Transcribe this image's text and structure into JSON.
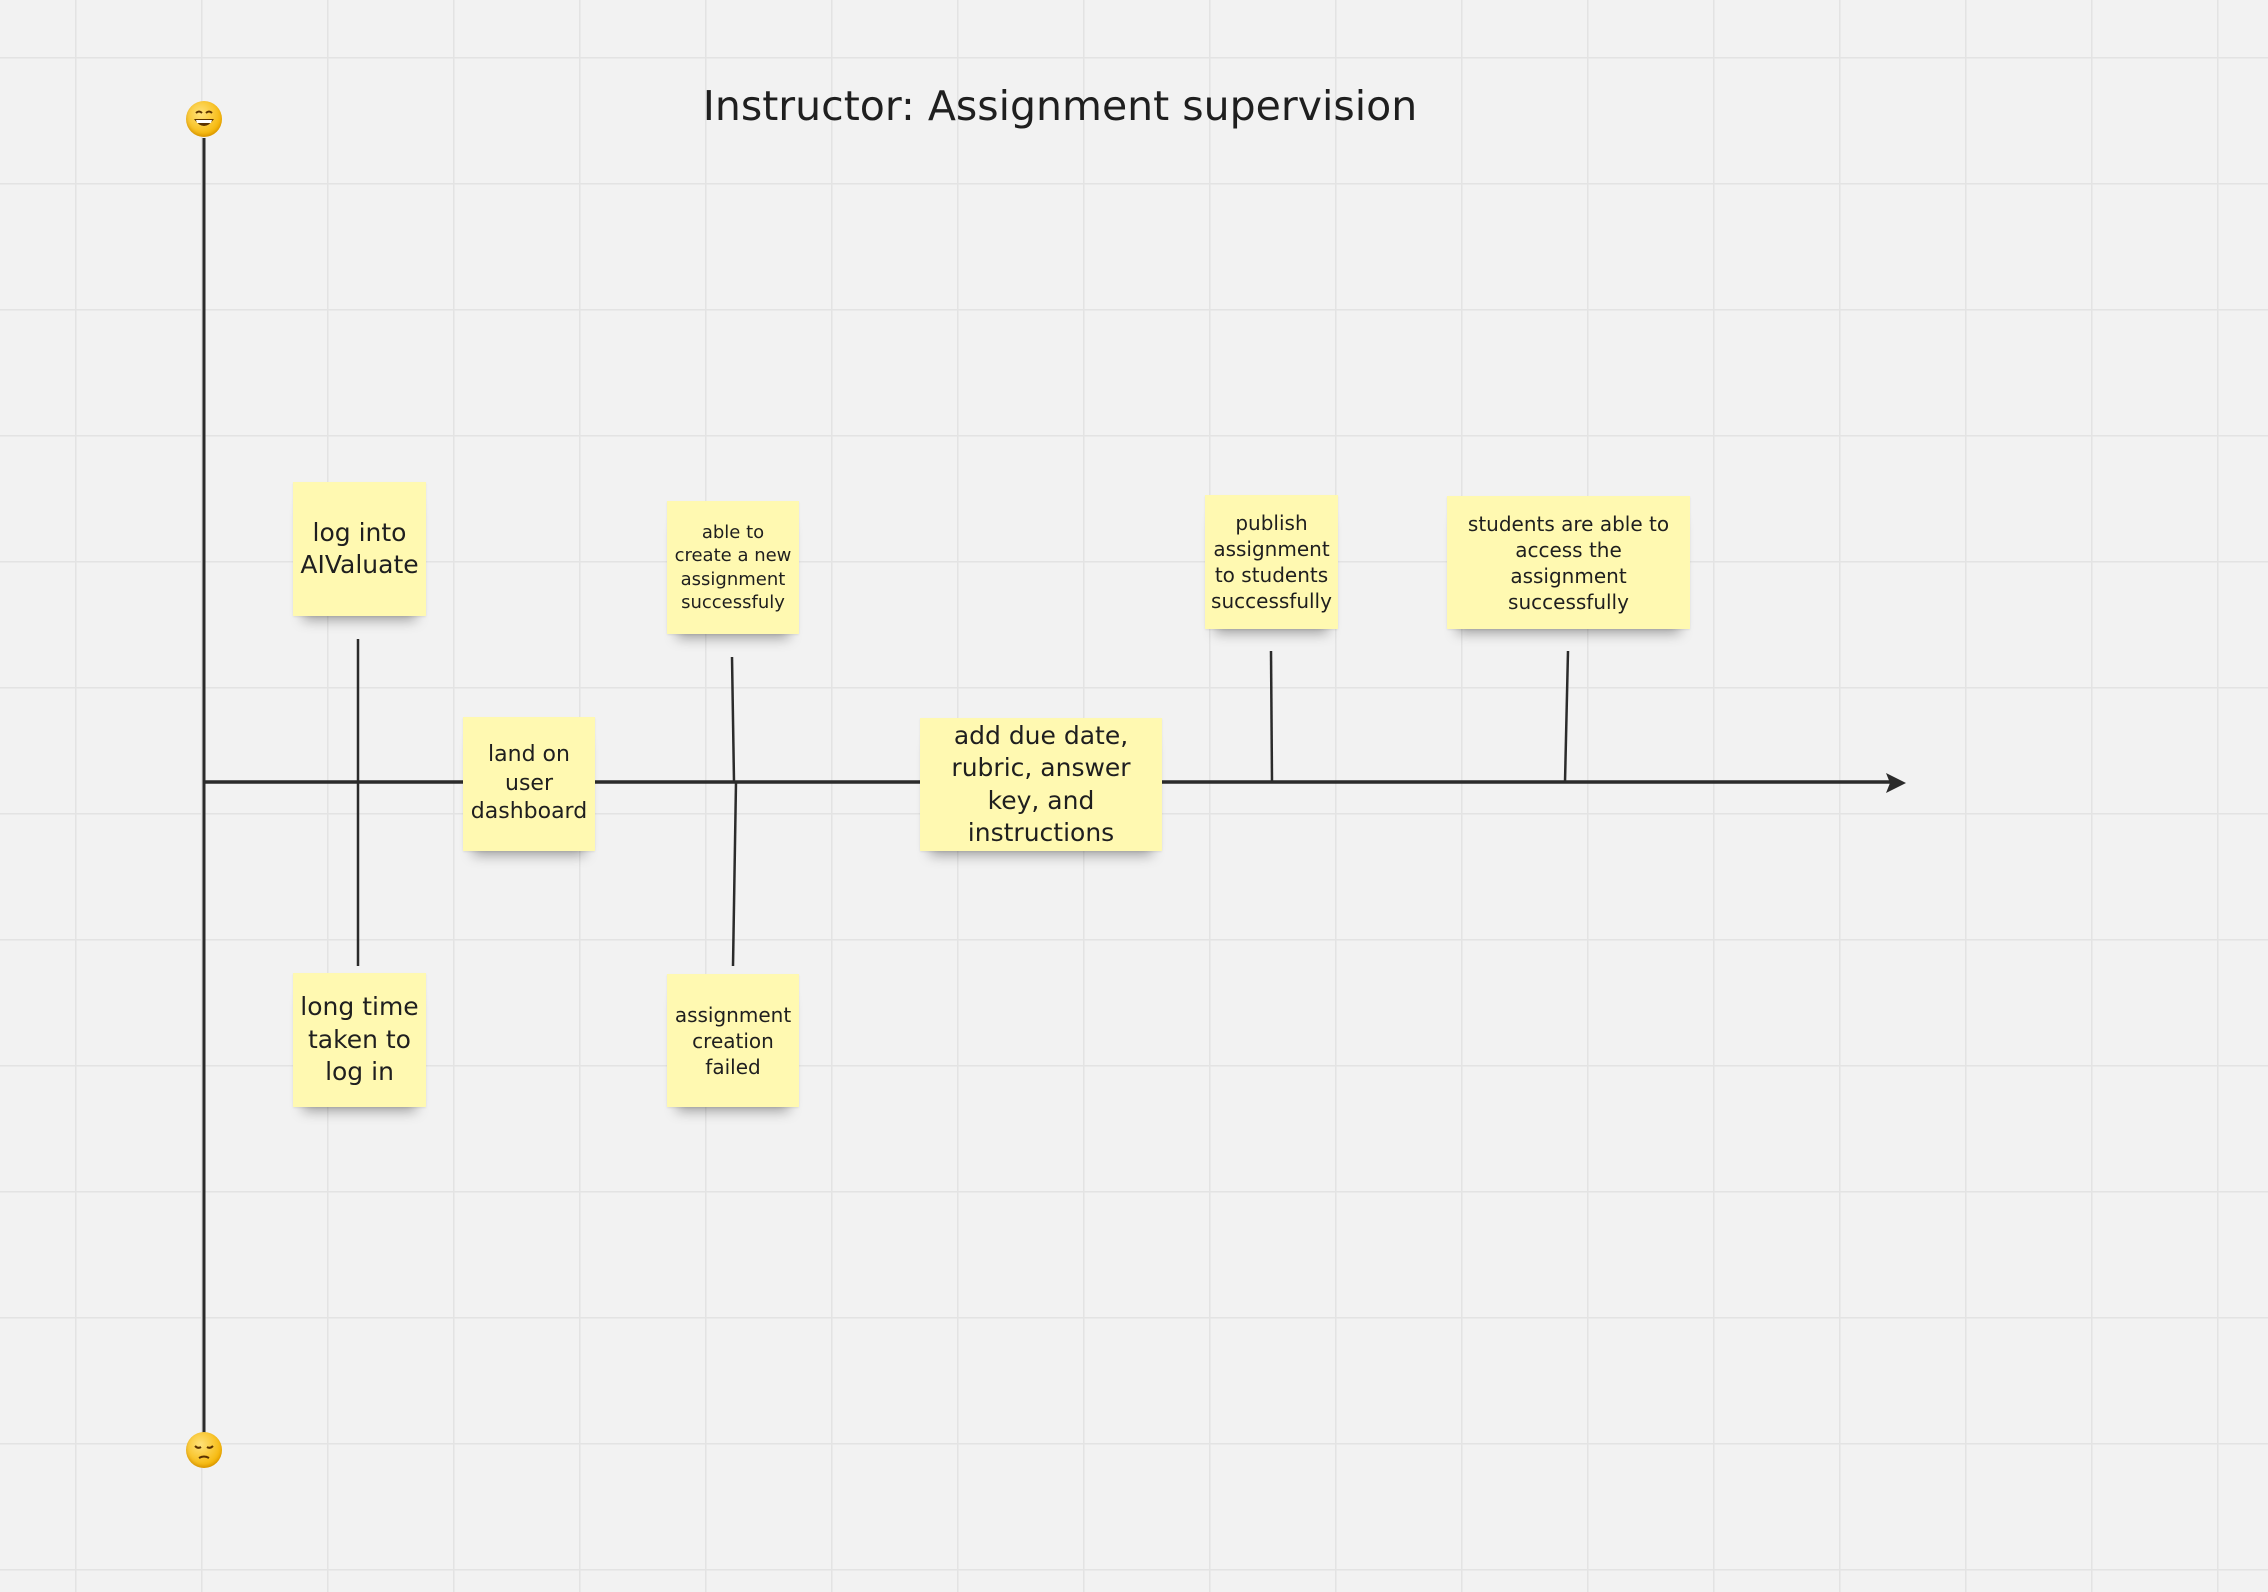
{
  "board": {
    "title": "Instructor: Assignment supervision",
    "axis": {
      "top_emoji": "grinning-face-icon",
      "bottom_emoji": "pensive-face-icon"
    },
    "stickies": {
      "log_in": "log into AIValuate",
      "long_login": "long time taken to log in",
      "dashboard": "land on user dashboard",
      "create_ok": "able to create a new assignment successfuly",
      "create_fail": "assignment creation failed",
      "add_details": "add due date, rubric, answer key, and instructions",
      "publish": "publish assignment to students successfully",
      "access": "students are able to access the assignment successfully"
    },
    "colors": {
      "sticky": "#fff9b1",
      "line": "#2b2b2b",
      "background": "#f2f2f2"
    }
  }
}
